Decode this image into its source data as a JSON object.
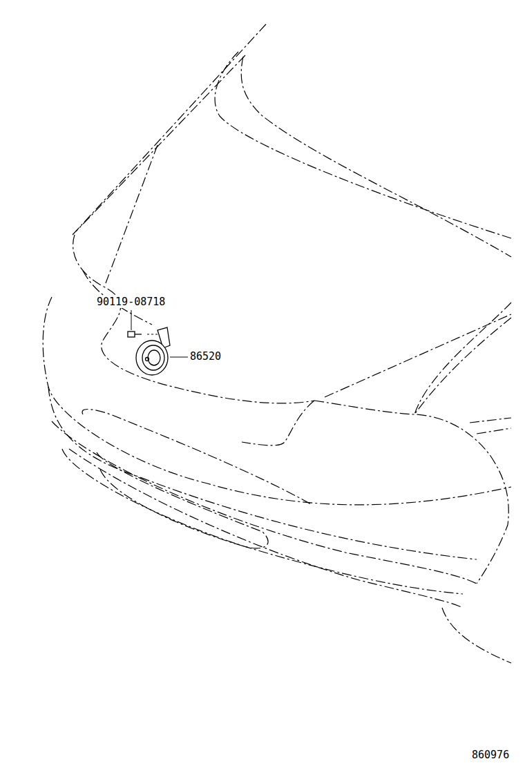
{
  "diagram": {
    "labels": [
      "90119-08718",
      "86520",
      "860976"
    ]
  }
}
